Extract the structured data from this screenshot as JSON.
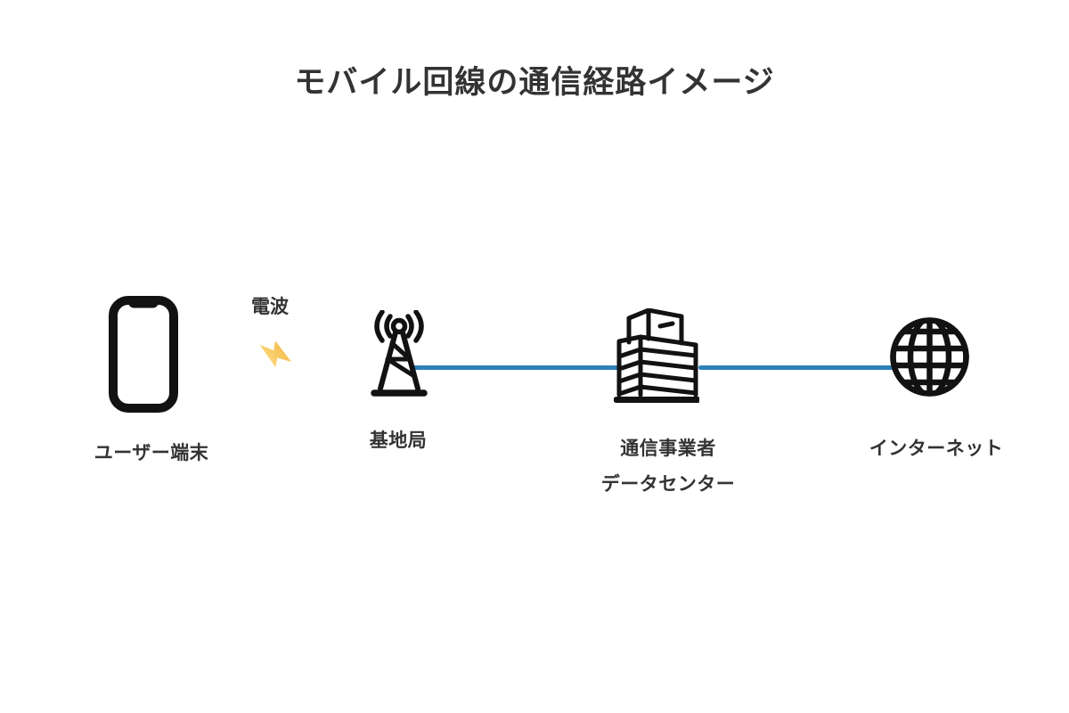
{
  "title": "モバイル回線の通信経路イメージ",
  "colors": {
    "label_text": "#333333",
    "icon_black": "#121212",
    "accent_line": "#2e80b9",
    "bolt_gold": "#f2b33d",
    "bolt_yellow": "#ffe38f"
  },
  "wireless": {
    "label": "電波",
    "icon": "lightning-bolt-icon"
  },
  "nodes": [
    {
      "id": "user-device",
      "icon": "smartphone-icon",
      "label": "ユーザー端末"
    },
    {
      "id": "base-station",
      "icon": "radio-tower-icon",
      "label": "基地局"
    },
    {
      "id": "carrier-datacenter",
      "icon": "office-building-icon",
      "label": "通信事業者",
      "label_line2": "データセンター"
    },
    {
      "id": "internet",
      "icon": "globe-icon",
      "label": "インターネット"
    }
  ],
  "connections": [
    {
      "from": "user-device",
      "to": "base-station",
      "type": "wireless",
      "label": "電波"
    },
    {
      "from": "base-station",
      "to": "carrier-datacenter",
      "type": "wired-blue-line"
    },
    {
      "from": "carrier-datacenter",
      "to": "internet",
      "type": "wired-blue-line"
    }
  ]
}
